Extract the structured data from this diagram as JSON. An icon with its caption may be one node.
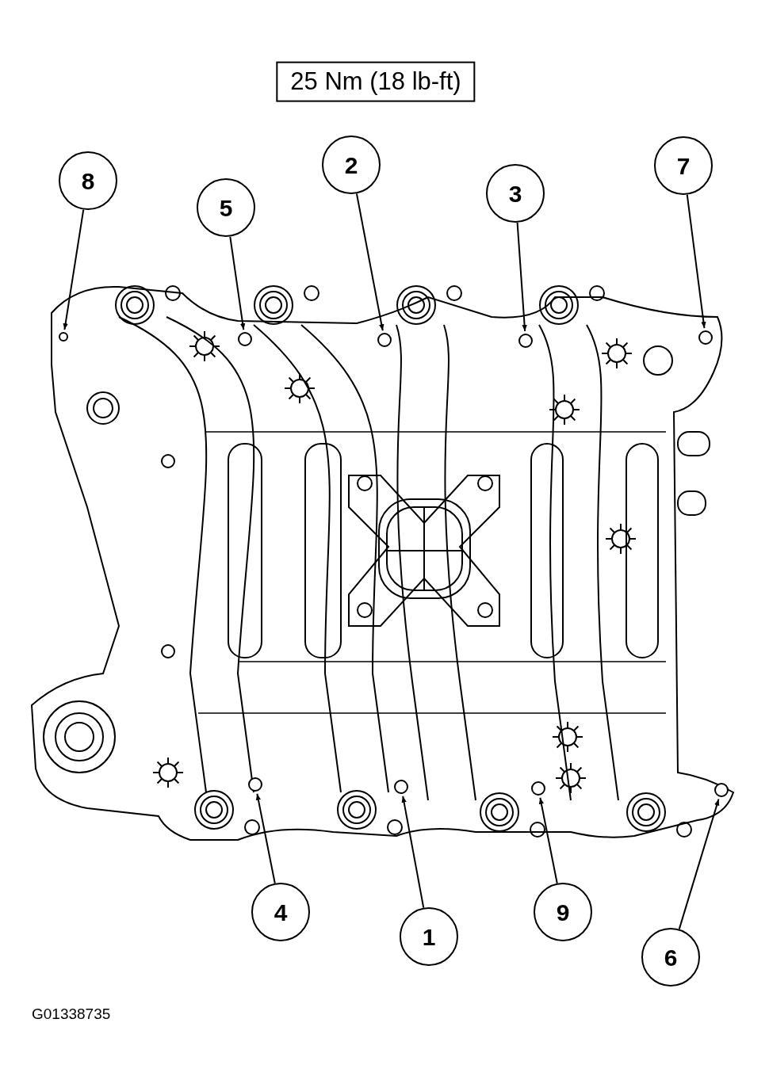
{
  "diagram": {
    "nodes": [
      {
        "text": [
          "25 Nm (18 lb-ft)"
        ]
      },
      {
        "text": [
          "8"
        ]
      },
      {
        "text": [
          "5"
        ]
      },
      {
        "text": [
          "2"
        ]
      },
      {
        "text": [
          "3"
        ]
      },
      {
        "text": [
          "7"
        ]
      },
      {
        "text": [],
        "shape": "circle"
      },
      {
        "text": [],
        "shape": "circle"
      },
      {
        "text": [],
        "shape": "circle"
      },
      {
        "text": [],
        "shape": "circle"
      },
      {
        "text": [],
        "shape": "circle"
      },
      {
        "text": [],
        "shape": "circle"
      },
      {
        "text": [],
        "shape": "circle"
      },
      {
        "text": [],
        "shape": "circle"
      },
      {
        "text": [],
        "shape": "circle"
      },
      {
        "text": [
          "4"
        ]
      },
      {
        "text": [
          "1"
        ]
      },
      {
        "text": [
          "9"
        ]
      },
      {
        "text": [
          "6"
        ]
      }
    ],
    "edges": [
      {
        "from": 1,
        "to": 6,
        "arrow": "to"
      },
      {
        "from": 2,
        "to": 7,
        "arrow": "to"
      },
      {
        "from": 3,
        "to": 8,
        "arrow": "to"
      },
      {
        "from": 4,
        "to": 9,
        "arrow": "to"
      },
      {
        "from": 5,
        "to": 10,
        "arrow": "to"
      },
      {
        "from": 15,
        "to": 11,
        "arrow": "to"
      },
      {
        "from": 16,
        "to": 12,
        "arrow": "to"
      },
      {
        "from": 17,
        "to": 13,
        "arrow": "to"
      },
      {
        "from": 18,
        "to": 14,
        "arrow": "to"
      }
    ],
    "labels": [
      "G01338735"
    ]
  }
}
